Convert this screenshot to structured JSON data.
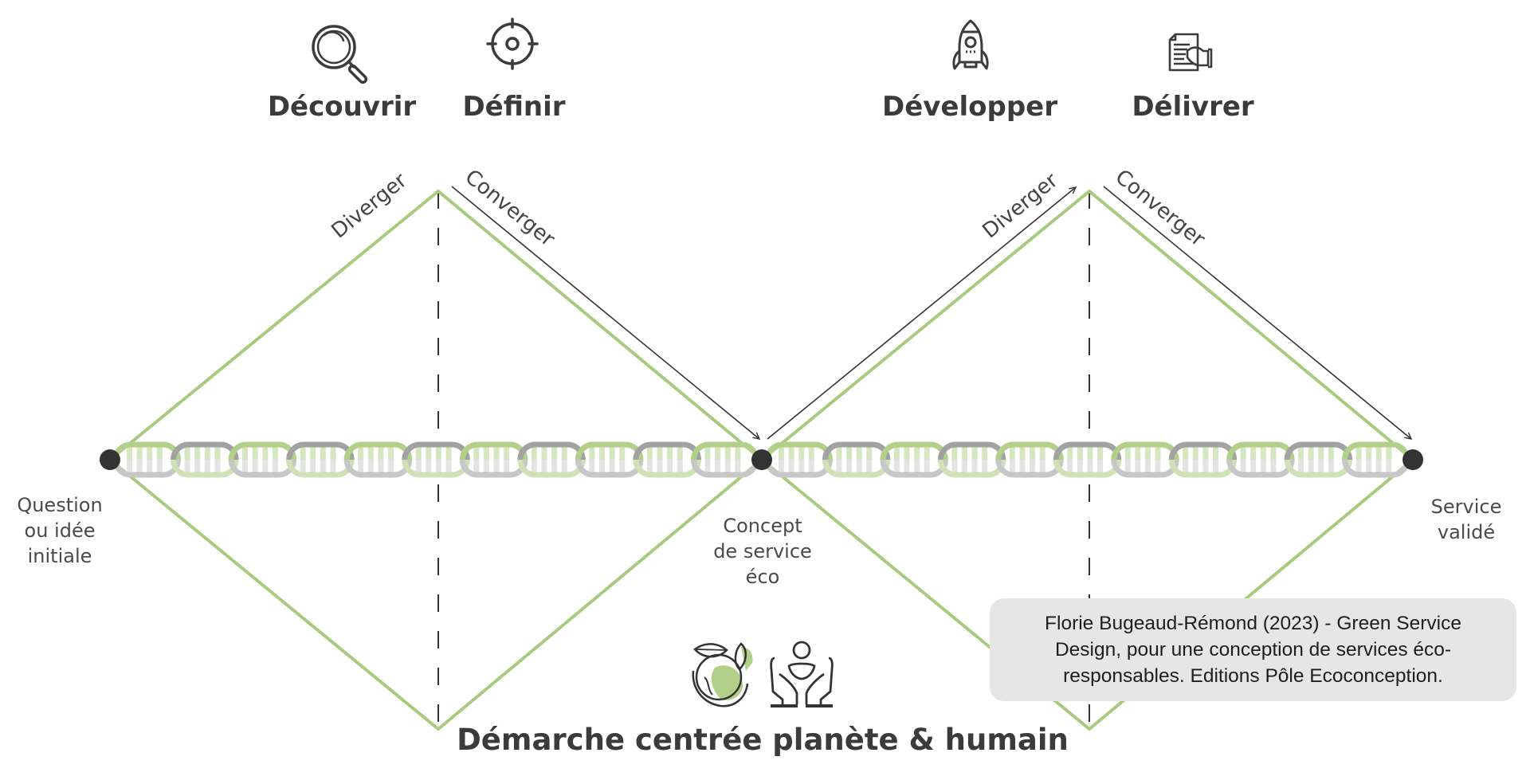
{
  "phases": [
    {
      "label": "Découvrir",
      "icon": "magnifier-icon"
    },
    {
      "label": "Définir",
      "icon": "target-icon"
    },
    {
      "label": "Développer",
      "icon": "rocket-icon"
    },
    {
      "label": "Délivrer",
      "icon": "document-hand-icon"
    }
  ],
  "slopes": {
    "diverge": "Diverger",
    "converge": "Converger"
  },
  "nodes": {
    "start": [
      "Question",
      "ou idée",
      "initiale"
    ],
    "middle": [
      "Concept",
      "de service",
      "éco"
    ],
    "end": [
      "Service",
      "validé"
    ]
  },
  "bottom": {
    "title": "Démarche centrée planète & humain",
    "icons": [
      "globe-leaves-icon",
      "hands-person-icon"
    ]
  },
  "citation": {
    "lines": [
      "Florie Bugeaud-Rémond (2023) - Green Service",
      "Design, pour une conception de services éco-",
      "responsables. Editions Pôle Ecoconception."
    ]
  },
  "chain": {
    "links_per_diamond": 11
  },
  "colors": {
    "diamond_line": "#aacb7f",
    "text_dark": "#3b3b3b",
    "node_dot": "#333333",
    "chain_green": "#b3d08a",
    "chain_green_light": "#cfe2b6",
    "chain_grey": "#a2a2a2",
    "chain_grey_light": "#c7c7c7",
    "stripe_green": "#d5e6c0",
    "stripe_grey": "#e3e3e3",
    "citation_bg": "#e6e6e6"
  }
}
